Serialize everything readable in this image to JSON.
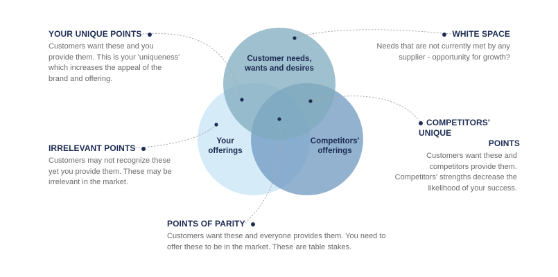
{
  "circles": {
    "customer": {
      "label_line1": "Customer needs,",
      "label_line2": "wants and desires",
      "color": "#8fb6c4"
    },
    "yours": {
      "label_line1": "Your",
      "label_line2": "offerings",
      "color": "#cfe7f7"
    },
    "competitors": {
      "label_line1": "Competitors'",
      "label_line2": "offerings",
      "color": "#7fa6c9"
    }
  },
  "callouts": {
    "your_unique": {
      "title": "YOUR UNIQUE POINTS",
      "desc_lines": [
        "Customers want these and you",
        "provide them. This is your 'uniqueness'",
        "which increases the appeal of the",
        "brand and offering."
      ]
    },
    "white_space": {
      "title": "WHITE SPACE",
      "desc_lines": [
        "Needs that are not currently met by any",
        "supplier - opportunity for growth?"
      ]
    },
    "competitors_unique": {
      "title_line1": "COMPETITORS' UNIQUE",
      "title_line2": "POINTS",
      "desc_lines": [
        "Customers want these and",
        "competitors provide them.",
        "Competitors' strengths decrease the",
        "likelihood of your success."
      ]
    },
    "irrelevant": {
      "title": "IRRELEVANT POINTS",
      "desc_lines": [
        "Customers may not recognize these",
        "yet you provide them. These may be",
        "irrelevant in the market."
      ]
    },
    "parity": {
      "title": "POINTS OF PARITY",
      "desc_lines": [
        "Customers want these and everyone provides them. You need to",
        "offer these to be in the market. These are table stakes."
      ]
    }
  },
  "colors": {
    "title": "#1c2b52",
    "desc": "#6b6b6b",
    "connector": "#a8a8a8"
  }
}
